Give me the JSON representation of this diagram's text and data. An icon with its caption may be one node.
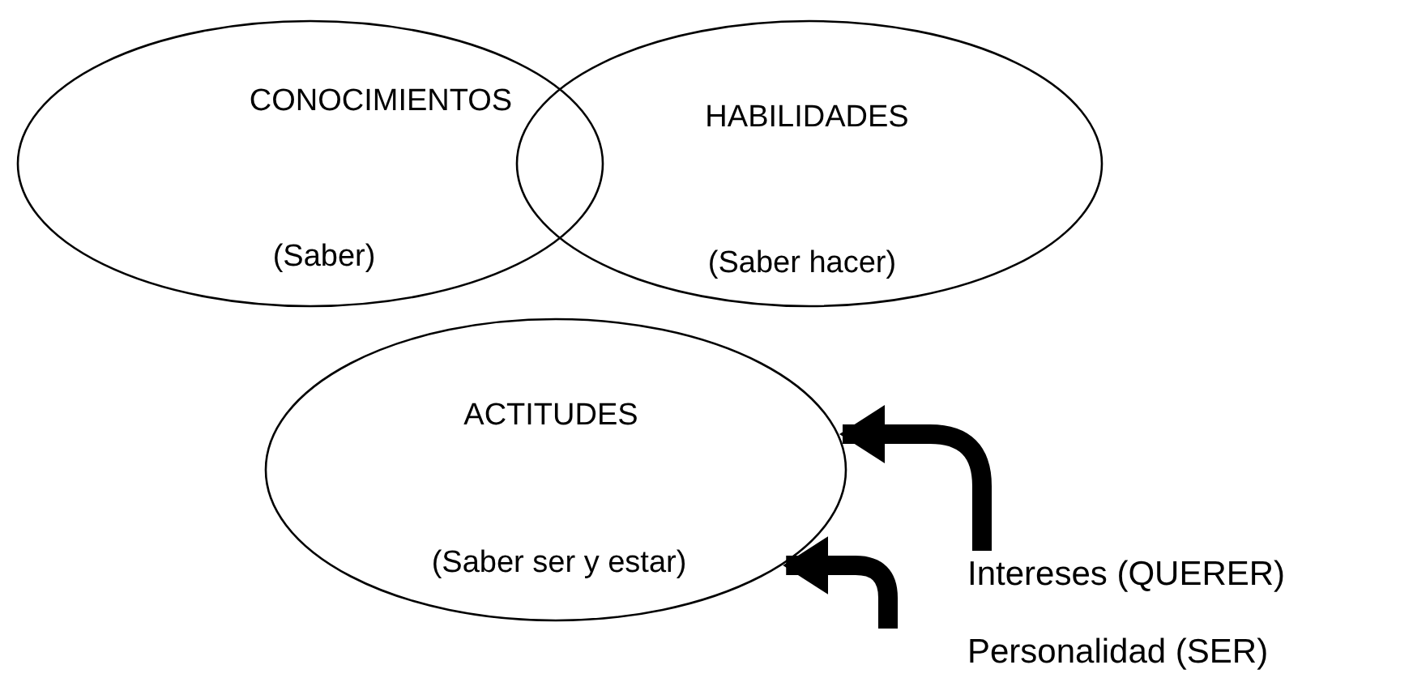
{
  "diagram": {
    "nodes": [
      {
        "text": [
          "CONOCIMIENTOS",
          "(Saber)"
        ]
      },
      {
        "text": [
          "HABILIDADES",
          "(Saber hacer)"
        ]
      },
      {
        "text": [
          "ACTITUDES",
          "(Saber ser y estar)"
        ]
      },
      {
        "text": [
          "Intereses (QUERER)"
        ]
      },
      {
        "text": [
          "Personalidad (SER)"
        ]
      }
    ],
    "edges": [
      {
        "from": 3,
        "to": 2,
        "arrow": "to"
      },
      {
        "from": 4,
        "to": 2,
        "arrow": "to"
      }
    ]
  }
}
